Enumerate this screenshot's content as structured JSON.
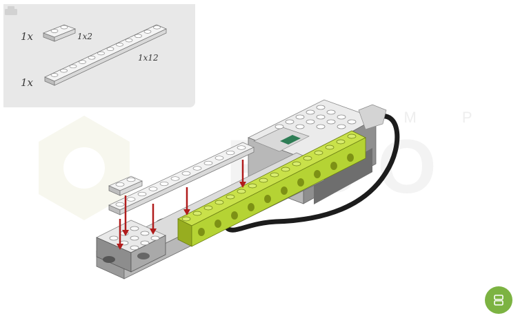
{
  "parts": [
    {
      "qty": "1x",
      "size": "1x2"
    },
    {
      "qty": "1x",
      "size": "1x12"
    }
  ],
  "watermark": {
    "text": "R B O",
    "subtitle": "M P"
  },
  "colors": {
    "brick_green": "#b5d334",
    "brick_grey": "#c8c8c8",
    "plate_light": "#efefef",
    "arrow": "#b01c1c",
    "fab": "#7cb342",
    "panel": "#e8e8e8"
  },
  "icons": {
    "fab": "toggle-parts-icon",
    "panel": "parts-tray-icon"
  }
}
